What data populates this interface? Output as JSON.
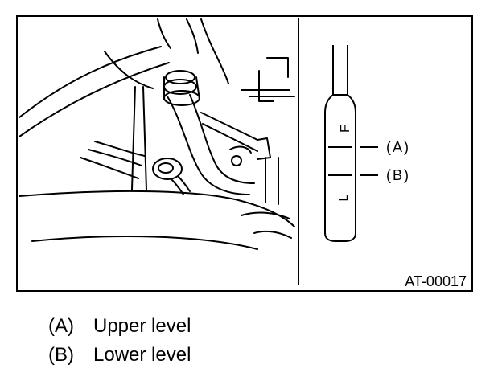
{
  "figure": {
    "code": "AT-00017",
    "callouts": {
      "a": "(A)",
      "b": "(B)"
    },
    "gauge_marks": {
      "full": "F",
      "low": "L"
    }
  },
  "legend": [
    {
      "key": "(A)",
      "text": "Upper level"
    },
    {
      "key": "(B)",
      "text": "Lower level"
    }
  ],
  "colors": {
    "ink": "#000000",
    "paper": "#ffffff"
  }
}
